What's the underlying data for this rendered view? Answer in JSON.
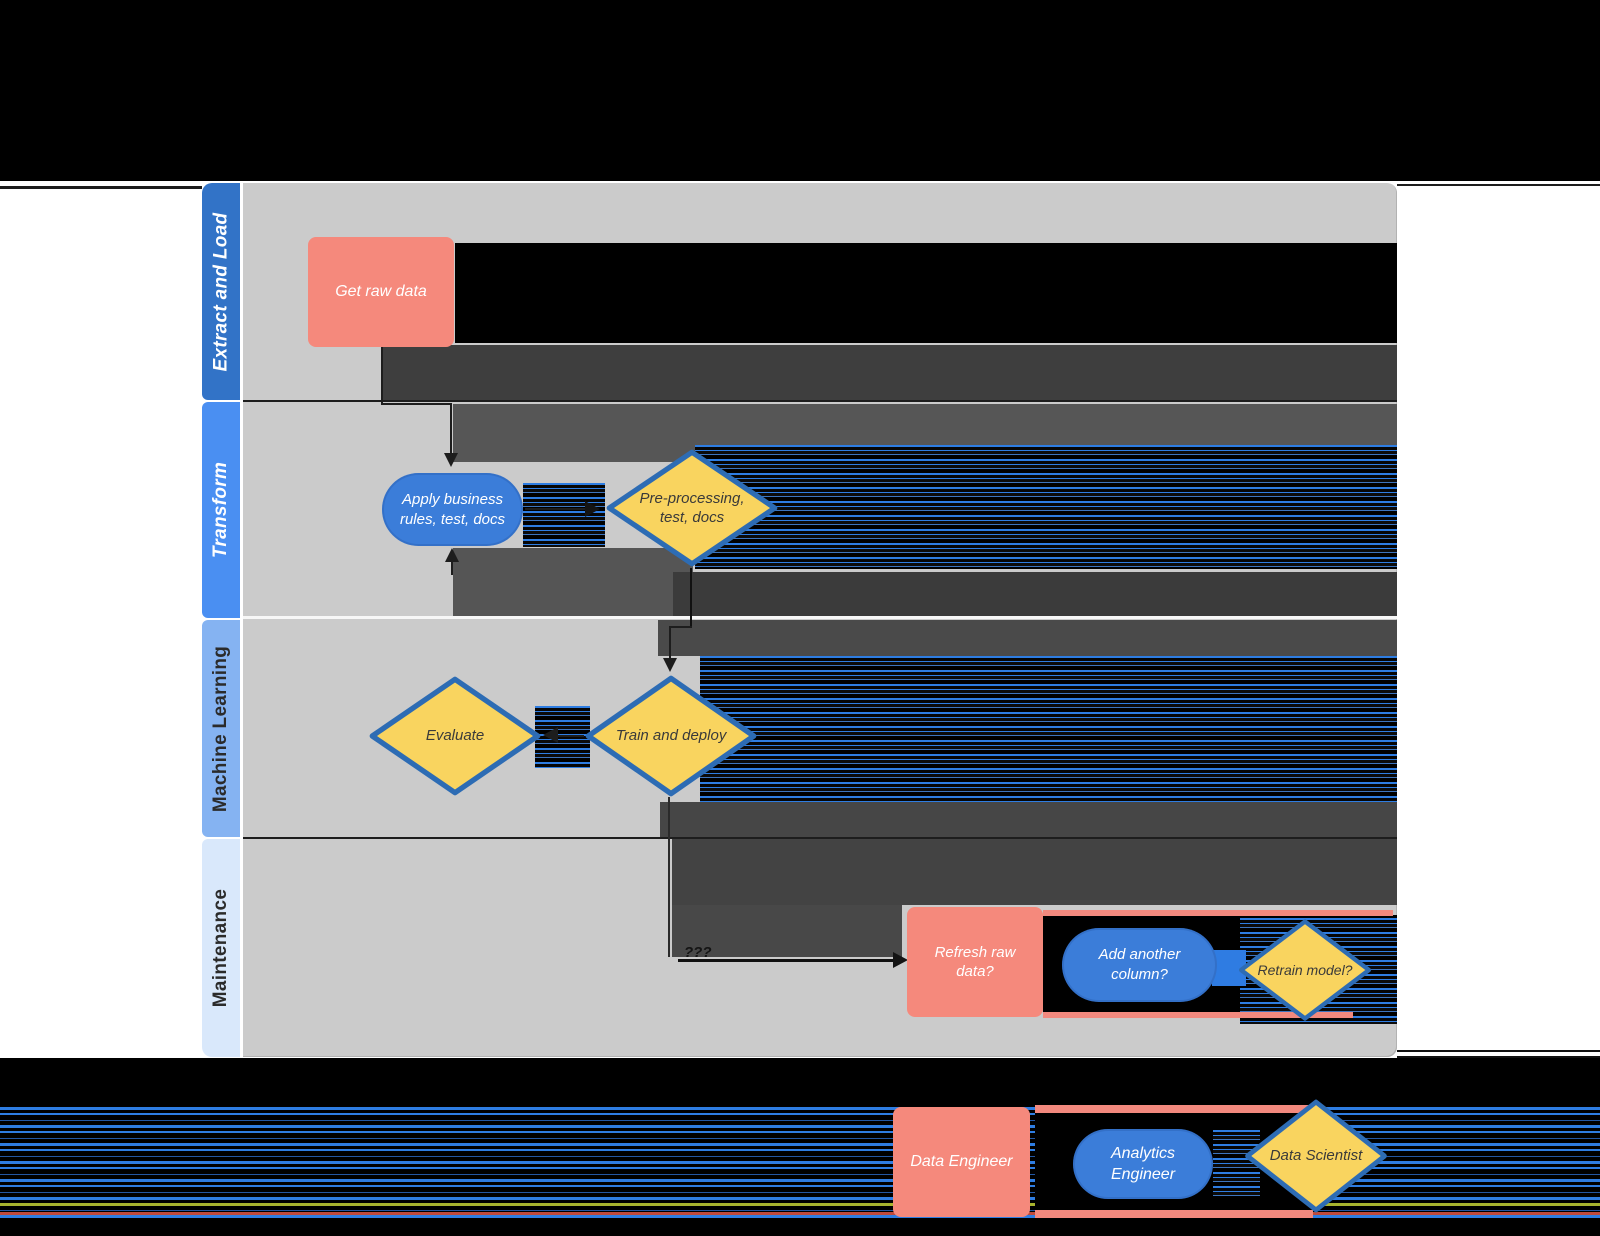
{
  "diagram": {
    "lanes": [
      {
        "id": "extract-and-load",
        "label": "Extract and Load",
        "header_color": "#3273c7",
        "label_color": "#ffffff"
      },
      {
        "id": "transform",
        "label": "Transform",
        "header_color": "#4a8ff2",
        "label_color": "#ffffff"
      },
      {
        "id": "machine-learning",
        "label": "Machine Learning",
        "header_color": "#85b3f2",
        "label_color": "#2b2b2b"
      },
      {
        "id": "maintenance",
        "label": "Maintenance",
        "header_color": "#d9e8fb",
        "label_color": "#2b2b2b"
      }
    ],
    "nodes": [
      {
        "id": "get-raw-data",
        "label": "Get raw data",
        "shape": "rectangle",
        "lane": "Extract and Load",
        "role": "Data Engineer"
      },
      {
        "id": "apply-business-rules",
        "label": "Apply business rules, test, docs",
        "shape": "stadium",
        "lane": "Transform",
        "role": "Analytics Engineer"
      },
      {
        "id": "pre-processing",
        "label": "Pre-processing, test, docs",
        "shape": "diamond",
        "lane": "Transform",
        "role": "Data Scientist"
      },
      {
        "id": "evaluate",
        "label": "Evaluate",
        "shape": "diamond",
        "lane": "Machine Learning",
        "role": "Data Scientist"
      },
      {
        "id": "train-and-deploy",
        "label": "Train and deploy",
        "shape": "diamond",
        "lane": "Machine Learning",
        "role": "Data Scientist"
      },
      {
        "id": "refresh-raw-data",
        "label": "Refresh raw data?",
        "shape": "rectangle",
        "lane": "Maintenance",
        "role": "Data Engineer"
      },
      {
        "id": "add-another-column",
        "label": "Add another column?",
        "shape": "stadium",
        "lane": "Maintenance",
        "role": "Analytics Engineer"
      },
      {
        "id": "retrain-model",
        "label": "Retrain model?",
        "shape": "diamond",
        "lane": "Maintenance",
        "role": "Data Scientist"
      }
    ],
    "edges": [
      {
        "from": "Get raw data",
        "to": "Apply business rules, test, docs",
        "label": ""
      },
      {
        "from": "Apply business rules, test, docs",
        "to": "Pre-processing, test, docs",
        "label": ""
      },
      {
        "from": "Pre-processing, test, docs",
        "to": "Train and deploy",
        "label": ""
      },
      {
        "from": "Train and deploy",
        "to": "Evaluate",
        "label": ""
      },
      {
        "from": "Train and deploy",
        "to": "Refresh raw data?",
        "label": "???"
      }
    ],
    "colors": {
      "process_fill": "#f5897c",
      "stadium_fill": "#3b7dd9",
      "decision_fill": "#f9d45f",
      "decision_border": "#2d6cb4",
      "lane_canvas": "#cbcbcb",
      "glitch_blue": "#2e7de2"
    }
  },
  "legend": {
    "items": [
      {
        "label": "Data Engineer",
        "shape": "rectangle"
      },
      {
        "label": "Analytics Engineer",
        "shape": "stadium"
      },
      {
        "label": "Data Scientist",
        "shape": "diamond"
      }
    ]
  }
}
